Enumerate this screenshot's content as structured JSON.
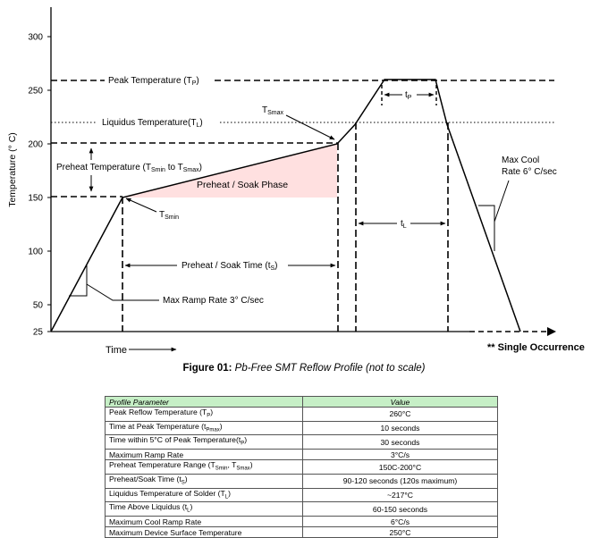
{
  "chart_data": {
    "type": "line",
    "title": "",
    "xlabel": "Time",
    "ylabel": "Temperature (° C)",
    "ylim": [
      25,
      325
    ],
    "y_ticks": [
      25,
      50,
      100,
      150,
      200,
      250,
      300
    ],
    "y_tick_labels": [
      "25",
      "50",
      "100",
      "150",
      "200",
      "250",
      "300"
    ],
    "series": [
      {
        "points": [
          [
            0,
            25
          ],
          [
            80,
            150
          ],
          [
            320,
            200
          ],
          [
            340,
            218
          ],
          [
            373,
            260
          ],
          [
            430,
            260
          ],
          [
            443,
            218
          ],
          [
            525,
            25
          ]
        ]
      }
    ],
    "reference_lines": [
      {
        "y": 260,
        "style": "dashed",
        "label": "Peak Temperature (T",
        "sub": "P",
        "suffix": ")"
      },
      {
        "y": 217,
        "style": "dotted",
        "label": "Liquidus Temperature(T",
        "sub": "L",
        "suffix": ")"
      },
      {
        "y": 200,
        "style": "dashed"
      },
      {
        "y": 150,
        "style": "dashed"
      }
    ],
    "annotations": {
      "preheat_temp": {
        "main": "Preheat Temperature (T",
        "sub1": "Smin",
        "mid": " to T",
        "sub2": "Smax",
        "end": ")"
      },
      "tsmin": {
        "main": "T",
        "sub": "Smin"
      },
      "tsmax": {
        "main": "T",
        "sub": "Smax"
      },
      "soak_phase": "Preheat / Soak Phase",
      "soak_time": {
        "main": "Preheat / Soak Time (t",
        "sub": "S",
        "end": ")"
      },
      "tp": {
        "main": "t",
        "sub": "P"
      },
      "tl": {
        "main": "t",
        "sub": "L"
      },
      "max_cool": [
        "Max Cool",
        "Rate 6° C/sec"
      ],
      "max_ramp": "Max Ramp Rate 3° C/sec",
      "single_occurrence": "** Single Occurrence"
    },
    "colors": {
      "soak_fill": "#ffe0e0",
      "line": "#000000"
    }
  },
  "caption": {
    "label": "Figure 01:",
    "text": "Pb-Free SMT Reflow Profile (not to scale)"
  },
  "table": {
    "headers": [
      "Profile Parameter",
      "Value"
    ],
    "header_color": "#c6efc6",
    "rows": [
      {
        "param": "Peak Reflow Temperature (T",
        "sub": "P",
        "end": ")",
        "value": "260°C"
      },
      {
        "param": "Time at Peak Temperature (t",
        "sub": "Pmax",
        "end": ")",
        "value": "10 seconds"
      },
      {
        "param": "Time within 5°C of  Peak Temperature(t",
        "sub": "P",
        "end": ")",
        "value": "30 seconds"
      },
      {
        "param": "Maximum Ramp Rate",
        "sub": "",
        "end": "",
        "value": "3°C/s"
      },
      {
        "param": "Preheat Temperature Range (T",
        "sub": "Smin",
        "end": ", T",
        "sub2": "Smax",
        "end2": ")",
        "value": "150C-200°C"
      },
      {
        "param": "Preheat/Soak Time (t",
        "sub": "S",
        "end": ")",
        "value": "90-120 seconds (120s maximum)"
      },
      {
        "param": "Liquidus Temperature of Solder (T",
        "sub": "L",
        "end": ")",
        "value": "~217°C"
      },
      {
        "param": "Time Above Liquidus (t",
        "sub": "L",
        "end": ")",
        "value": "60-150 seconds"
      },
      {
        "param": "Maximum Cool Ramp Rate",
        "sub": "",
        "end": "",
        "value": "6°C/s"
      },
      {
        "param": "Maximum Device Surface Temperature",
        "sub": "",
        "end": "",
        "value": "250°C"
      }
    ]
  }
}
